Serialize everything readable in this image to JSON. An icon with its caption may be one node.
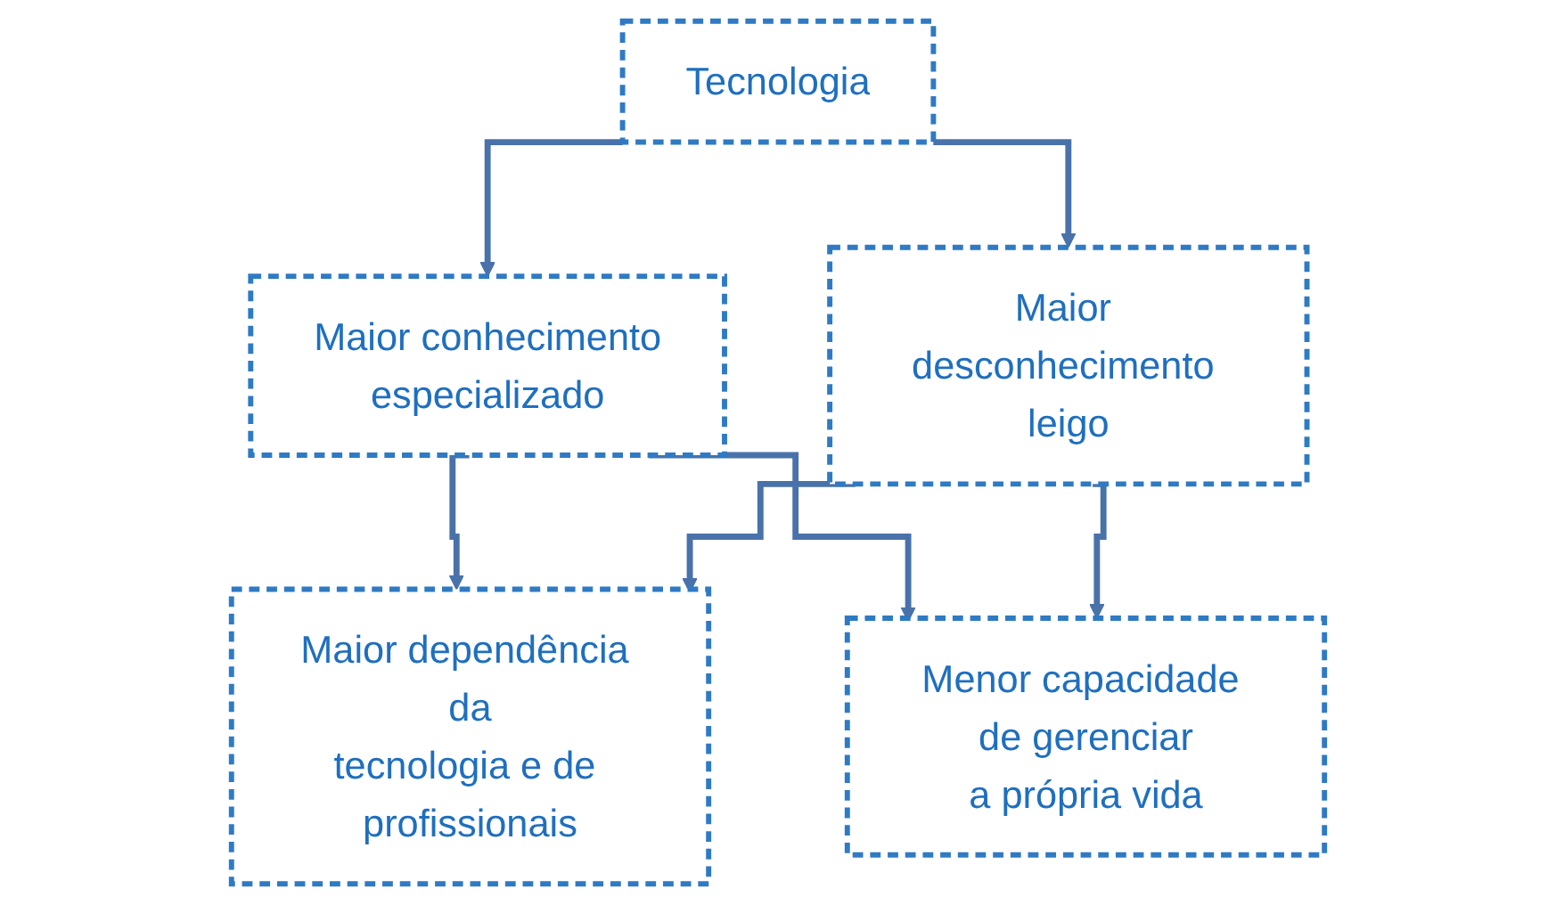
{
  "diagram": {
    "nodes": [
      {
        "text": [
          "Tecnologia"
        ]
      },
      {
        "text": [
          "Maior conhecimento especializado"
        ]
      },
      {
        "text": [
          "Maior desconhecimento leigo"
        ]
      },
      {
        "text": [
          "Maior dependência da tecnologia e de profissionais"
        ]
      },
      {
        "text": [
          "Menor capacidade de gerenciar a própria vida"
        ]
      }
    ],
    "edges": [
      {
        "from": 0,
        "to": 1,
        "arrow": "to"
      },
      {
        "from": 0,
        "to": 2,
        "arrow": "to"
      },
      {
        "from": 1,
        "to": 3,
        "arrow": "to"
      },
      {
        "from": 1,
        "to": 4,
        "arrow": "to"
      },
      {
        "from": 2,
        "to": 3,
        "arrow": "to"
      },
      {
        "from": 2,
        "to": 4,
        "arrow": "to"
      }
    ]
  }
}
